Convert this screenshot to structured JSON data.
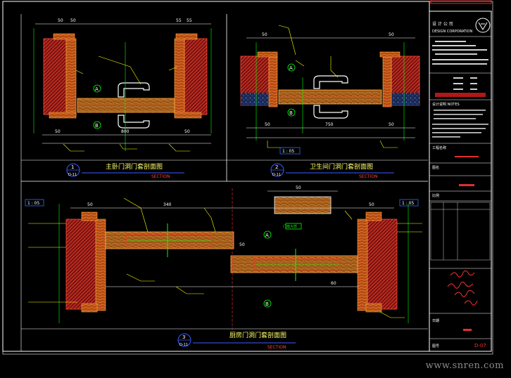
{
  "sheet": {
    "top_right_stamp": "",
    "sheet_number": "D-07",
    "watermark": "www.snren.com"
  },
  "details": [
    {
      "number": "1",
      "sheet_ref": "D-11",
      "title": "主卧门洞门套剖面图",
      "subtitle": "SECTION"
    },
    {
      "number": "2",
      "sheet_ref": "D-11",
      "title": "卫生间门洞门套剖面图",
      "subtitle": "SECTION"
    },
    {
      "number": "3",
      "sheet_ref": "D-11",
      "title": "厨房门洞门套剖面图",
      "subtitle": "SECTION"
    }
  ],
  "dimensions": {
    "d1": [
      "50",
      "50",
      "55",
      "55",
      "50",
      "50",
      "800"
    ],
    "d2": [
      "50",
      "50",
      "750",
      "50",
      "50"
    ],
    "d3": [
      "50",
      "340",
      "50",
      "50",
      "50",
      "60"
    ]
  },
  "callouts": {
    "tag_a": "A",
    "tag_b": "B",
    "tag_15": "1 : 05",
    "door_leaf_label": "门扇大样"
  },
  "title_block": {
    "company_cn": "设 计 公 司",
    "company_en": "DESIGN  CORPORATION",
    "notes_heading": "设计说明 NOTES",
    "project_label": "工程名称",
    "drawing_label": "图名",
    "scale_label": "比例",
    "date_label": "日期",
    "drawing_no_label": "图号",
    "drawing_no": "D-07"
  },
  "colors": {
    "background": "#000000",
    "frame": "#ffffff",
    "wall_hatch": "#b4221c",
    "wood": "#c8641e",
    "dimension": "#ffffff",
    "leader": "#ffff00",
    "center_line": "#00ff00",
    "accent_red": "#ff2020",
    "tag_blue": "#3a5bff"
  }
}
